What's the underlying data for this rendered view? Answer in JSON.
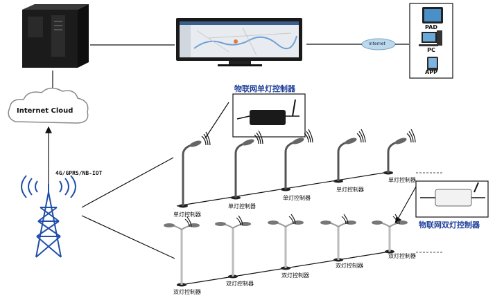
{
  "cloud": {
    "label": "Internet Cloud"
  },
  "internet_bubble": {
    "label": "Internet"
  },
  "devices": {
    "pad": "PAD",
    "pc": "PC",
    "app": "APP"
  },
  "protocol": {
    "label": "4G/GPRS/NB-IOT"
  },
  "single_controller": {
    "title": "物联网单灯控制器"
  },
  "dual_controller": {
    "title": "物联网双灯控制器"
  },
  "single_lamps": [
    {
      "label": "单灯控制器"
    },
    {
      "label": "单灯控制器"
    },
    {
      "label": "单灯控制器"
    },
    {
      "label": "单灯控制器"
    },
    {
      "label": "单灯控制器"
    }
  ],
  "dual_lamps": [
    {
      "label": "双灯控制器"
    },
    {
      "label": "双灯控制器"
    },
    {
      "label": "双灯控制器"
    },
    {
      "label": "双灯控制器"
    },
    {
      "label": "双灯控制器"
    }
  ],
  "colors": {
    "accent": "#1f3f9a",
    "tower": "#1f4fa8",
    "line": "#111111"
  }
}
